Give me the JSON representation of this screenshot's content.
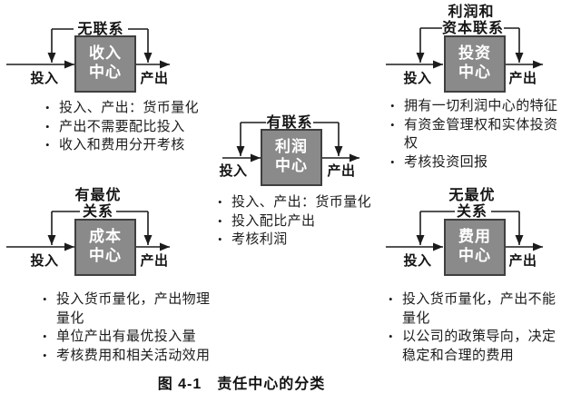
{
  "figure": {
    "caption": "图 4-1　责任中心的分类"
  },
  "io": {
    "input": "投入",
    "output": "产出"
  },
  "colors": {
    "box_fill": "#8a8a8a",
    "box_border": "#3f3f3f",
    "line": "#1c1c1c",
    "box_text": "#ffffff"
  },
  "centers": [
    {
      "key": "revenue",
      "relation_lines": [
        "无联系"
      ],
      "name_lines": [
        "收入",
        "中心"
      ],
      "bullets": [
        "投入、产出：货币量化",
        "产出不需要配比投入",
        "收入和费用分开考核"
      ]
    },
    {
      "key": "profit",
      "relation_lines": [
        "有联系"
      ],
      "name_lines": [
        "利润",
        "中心"
      ],
      "bullets": [
        "投入、产出：货币量化",
        "投入配比产出",
        "考核利润"
      ]
    },
    {
      "key": "investment",
      "relation_lines": [
        "利润和",
        "资本联系"
      ],
      "name_lines": [
        "投资",
        "中心"
      ],
      "bullets": [
        "拥有一切利润中心的特征",
        "有资金管理权和实体投资\n权",
        "考核投资回报"
      ]
    },
    {
      "key": "cost",
      "relation_lines": [
        "有最优",
        "关系"
      ],
      "name_lines": [
        "成本",
        "中心"
      ],
      "bullets": [
        "投入货币量化，产出物理\n量化",
        "单位产出有最优投入量",
        "考核费用和相关活动效用"
      ]
    },
    {
      "key": "expense",
      "relation_lines": [
        "无最优",
        "关系"
      ],
      "name_lines": [
        "费用",
        "中心"
      ],
      "bullets": [
        "投入货币量化，产出不能\n量化",
        "以公司的政策导向，决定\n稳定和合理的费用"
      ]
    }
  ]
}
